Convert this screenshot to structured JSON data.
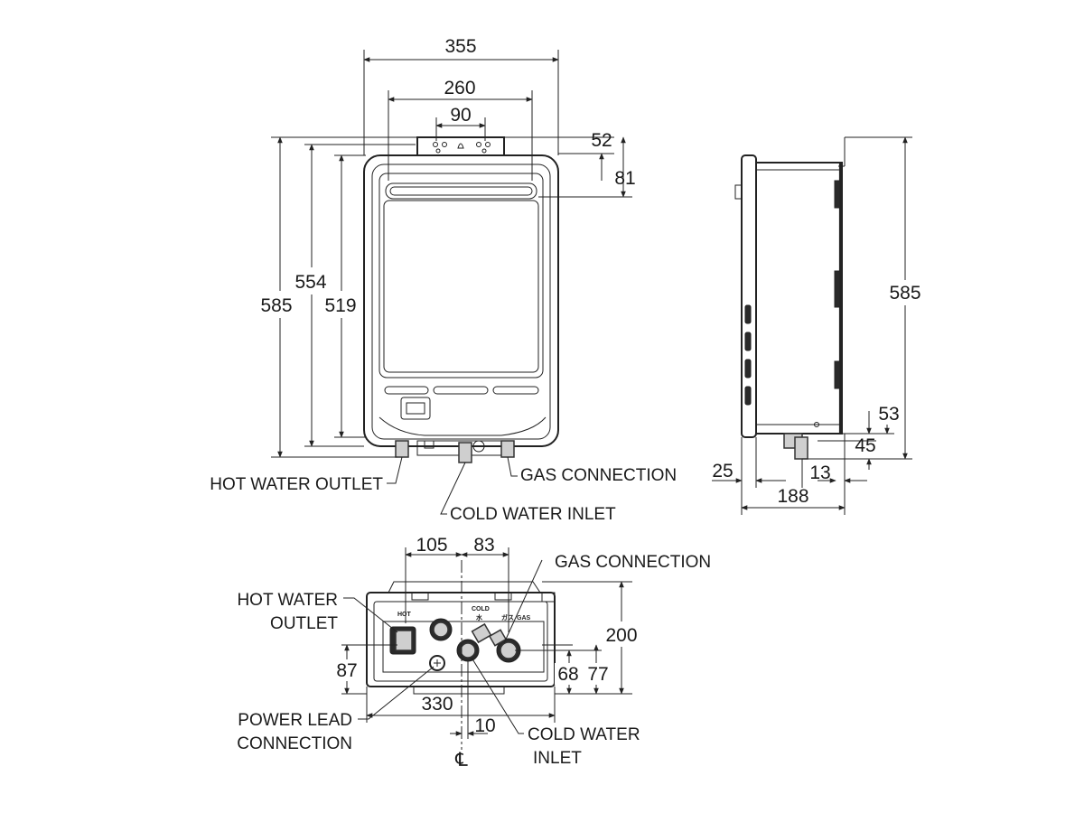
{
  "front_view": {
    "dim_width_overall": "355",
    "dim_bracket_span": "260",
    "dim_bracket_holes": "90",
    "dim_top_to_bracket": "52",
    "dim_top_to_vent": "81",
    "dim_height_overall": "585",
    "dim_height_bracket": "554",
    "dim_height_body": "519",
    "label_hot_water_outlet": "HOT WATER OUTLET",
    "label_gas_connection": "GAS CONNECTION",
    "label_cold_water_inlet": "COLD WATER INLET"
  },
  "side_view": {
    "dim_height_overall": "585",
    "dim_53": "53",
    "dim_45": "45",
    "dim_25": "25",
    "dim_13": "13",
    "dim_depth": "188"
  },
  "bottom_view": {
    "dim_105": "105",
    "dim_83": "83",
    "dim_200": "200",
    "dim_87": "87",
    "dim_68": "68",
    "dim_77": "77",
    "dim_330": "330",
    "dim_10": "10",
    "centerline_symbol": "℄",
    "label_gas_connection": "GAS CONNECTION",
    "label_hot_water_line1": "HOT WATER",
    "label_hot_water_line2": "OUTLET",
    "label_power_line1": "POWER LEAD",
    "label_power_line2": "CONNECTION",
    "label_cold_line1": "COLD WATER",
    "label_cold_line2": "INLET",
    "stamp_hot": "HOT",
    "stamp_cold": "COLD",
    "stamp_gas": "GAS",
    "stamp_mizu": "水",
    "stamp_gasu": "ガス"
  }
}
